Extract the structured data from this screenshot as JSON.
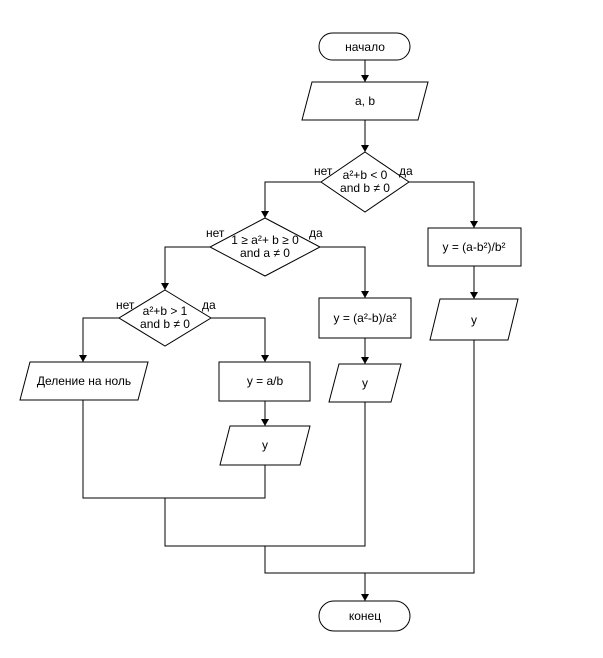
{
  "diagram": {
    "terminals": {
      "start": "начало",
      "end": "конец"
    },
    "input": "a, b",
    "decisions": {
      "d1": {
        "line1": "a²+b < 0",
        "line2": "and b ≠ 0",
        "no": "нет",
        "yes": "да"
      },
      "d2": {
        "line1": "1 ≥ a²+ b ≥ 0",
        "line2": "and a ≠ 0",
        "no": "нет",
        "yes": "да"
      },
      "d3": {
        "line1": "a²+b > 1",
        "line2": "and b ≠ 0",
        "no": "нет",
        "yes": "да"
      }
    },
    "processes": {
      "p1": "y = (a-b²)/b²",
      "p2": "y = (a²-b)/a²",
      "p3": "y = a/b"
    },
    "outputs": {
      "o1": "y",
      "o2": "y",
      "o3": "Деление на ноль",
      "o4": "y"
    }
  }
}
